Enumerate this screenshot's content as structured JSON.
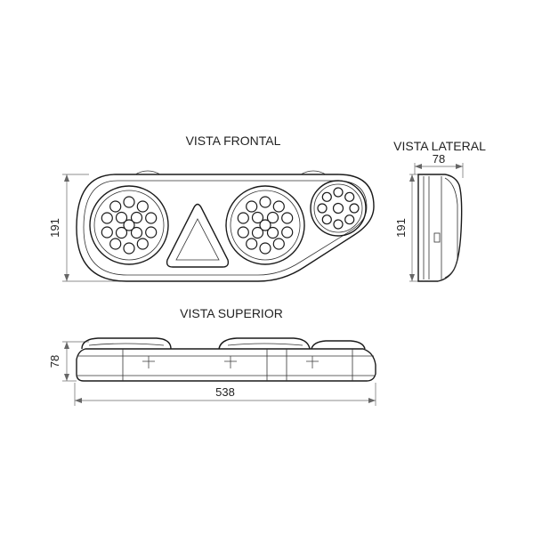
{
  "views": {
    "front": {
      "title": "VISTA FRONTAL",
      "width_label": "",
      "height_label": "191"
    },
    "side": {
      "title": "VISTA LATERAL",
      "depth_label": "78",
      "height_label": "191"
    },
    "top": {
      "title": "VISTA SUPERIOR",
      "depth_label": "78",
      "width_label": "538"
    }
  }
}
